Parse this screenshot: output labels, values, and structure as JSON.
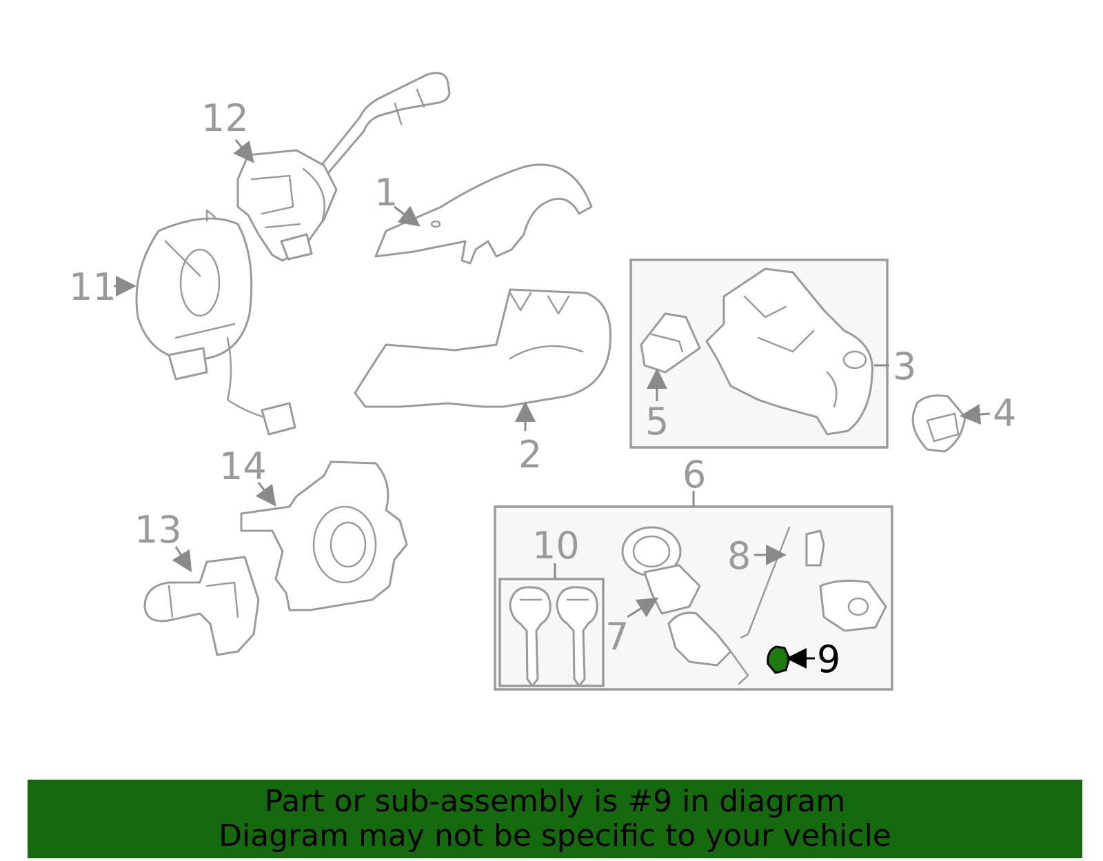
{
  "diagram": {
    "callouts": [
      "1",
      "2",
      "3",
      "4",
      "5",
      "6",
      "7",
      "8",
      "9",
      "10",
      "11",
      "12",
      "13",
      "14"
    ],
    "highlighted_callout": "9",
    "colors": {
      "highlight": "#1f7a12",
      "line": "#9a9a9a",
      "banner": "#156a0d"
    }
  },
  "banner": {
    "line1": "Part or sub-assembly is #9 in diagram",
    "line2": "Diagram may not be specific to your vehicle"
  }
}
